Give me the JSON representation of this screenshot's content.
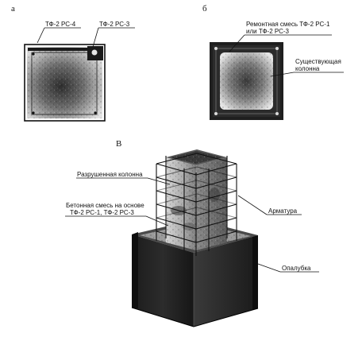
{
  "panels": {
    "a": {
      "letter": "а",
      "label_left": "ТФ-2 РС-4",
      "label_right": "ТФ-2 РС-3"
    },
    "b": {
      "letter": "б",
      "label_repair_line1": "Ремонтная смесь ТФ-2 РС-1",
      "label_repair_line2": "или ТФ-2 РС-3",
      "label_existing_line1": "Существующая",
      "label_existing_line2": "колонна"
    },
    "c": {
      "letter": "В",
      "label_damaged": "Разрушенная колонна",
      "label_concrete_line1": "Бетонная смесь на основе",
      "label_concrete_line2": "ТФ-2 РС-1, ТФ-2 РС-3",
      "label_rebar": "Арматура",
      "label_formwork": "Опалубка"
    }
  },
  "colors": {
    "ink": "#111111",
    "dark_fill": "#2a2a2a",
    "concrete_light": "#cfcfcf",
    "concrete_mid": "#8a8a8a",
    "concrete_dark": "#3a3a3a"
  }
}
